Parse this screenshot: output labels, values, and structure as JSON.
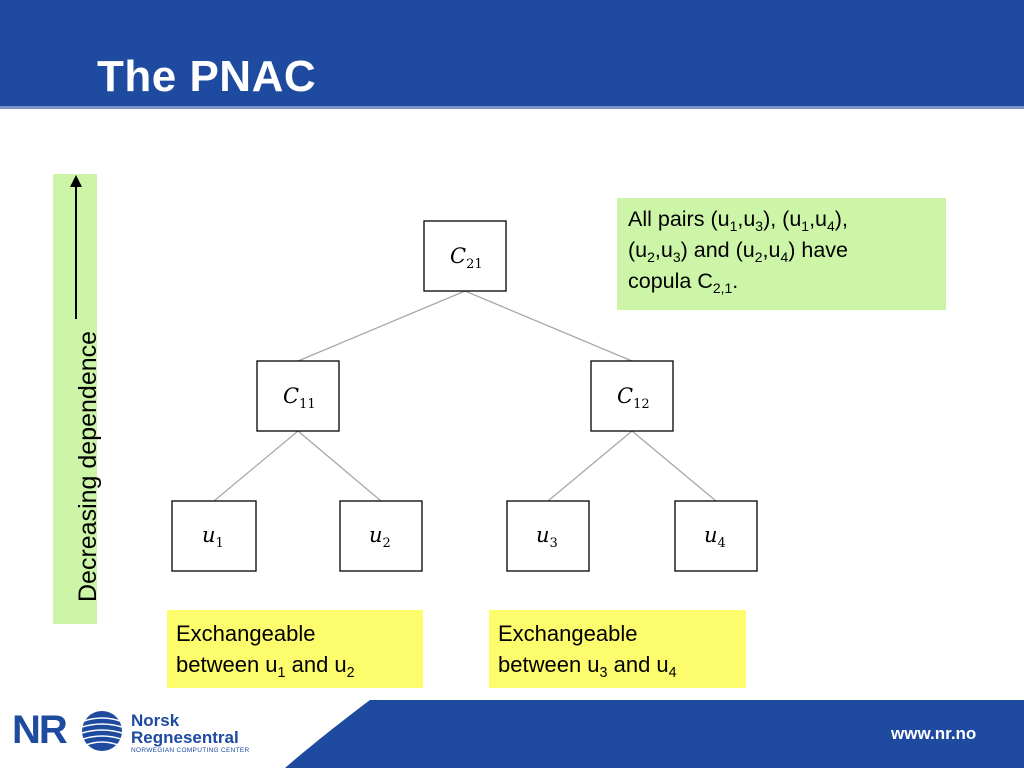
{
  "slide": {
    "title": "The PNAC",
    "axis_label": "Decreasing dependence",
    "footer_url": "www.nr.no"
  },
  "tree": {
    "nodes": [
      {
        "id": "c21",
        "main": "C",
        "sub": "21"
      },
      {
        "id": "c11",
        "main": "C",
        "sub": "11"
      },
      {
        "id": "c12",
        "main": "C",
        "sub": "12"
      },
      {
        "id": "u1",
        "main": "u",
        "sub": "1"
      },
      {
        "id": "u2",
        "main": "u",
        "sub": "2"
      },
      {
        "id": "u3",
        "main": "u",
        "sub": "3"
      },
      {
        "id": "u4",
        "main": "u",
        "sub": "4"
      }
    ],
    "edges": [
      [
        "c21",
        "c11"
      ],
      [
        "c21",
        "c12"
      ],
      [
        "c11",
        "u1"
      ],
      [
        "c11",
        "u2"
      ],
      [
        "c12",
        "u3"
      ],
      [
        "c12",
        "u4"
      ]
    ]
  },
  "notes": {
    "pairs": {
      "t1": "All pairs (u",
      "s1": "1",
      "t2": ",u",
      "s2": "3",
      "t3": "), (u",
      "s3": "1",
      "t4": ",u",
      "s4": "4",
      "t5": "),",
      "t6": "(u",
      "s5": "2",
      "t7": ",u",
      "s6": "3",
      "t8": ") and (u",
      "s7": "2",
      "t9": ",u",
      "s8": "4",
      "t10": ") have",
      "t11": "copula C",
      "s9": "2,1",
      "t12": "."
    },
    "left": {
      "line1": "Exchangeable",
      "t1": "between u",
      "s1": "1",
      "t2": " and u",
      "s2": "2"
    },
    "right": {
      "line1": "Exchangeable",
      "t1": "between u",
      "s1": "3",
      "t2": " and u",
      "s2": "4"
    }
  },
  "logo": {
    "mark": "NR",
    "name_line1": "Norsk",
    "name_line2": "Regnesentral",
    "tagline": "NORWEGIAN COMPUTING CENTER"
  },
  "colors": {
    "header_blue": "#1e4aa0",
    "note_green": "#ccf5a8",
    "note_yellow": "#fcfc6c"
  }
}
